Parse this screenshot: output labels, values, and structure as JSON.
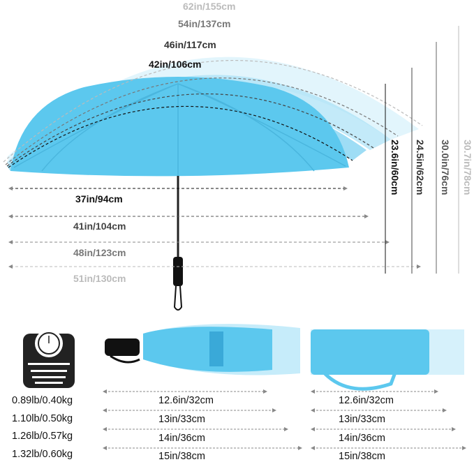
{
  "arc_labels": [
    "62in/155cm",
    "54in/137cm",
    "46in/117cm",
    "42in/106cm"
  ],
  "width_labels": [
    "37in/94cm",
    "41in/104cm",
    "48in/123cm",
    "51in/130cm"
  ],
  "height_labels": [
    "23.6in/60cm",
    "24.5in/62cm",
    "30.0in/76cm",
    "30.7in/78cm"
  ],
  "weights": [
    "0.89lb/0.40kg",
    "1.10lb/0.50kg",
    "1.26lb/0.57kg",
    "1.32lb/0.60kg"
  ],
  "folded_lengths": [
    "12.6in/32cm",
    "13in/33cm",
    "14in/36cm",
    "15in/38cm"
  ],
  "case_lengths": [
    "12.6in/32cm",
    "13in/33cm",
    "14in/36cm",
    "15in/38cm"
  ],
  "colors": {
    "canopy": "#5cc8ee",
    "label_1": "#111111",
    "label_2": "#444444",
    "label_3": "#777777",
    "label_4": "#bbbbbb"
  }
}
